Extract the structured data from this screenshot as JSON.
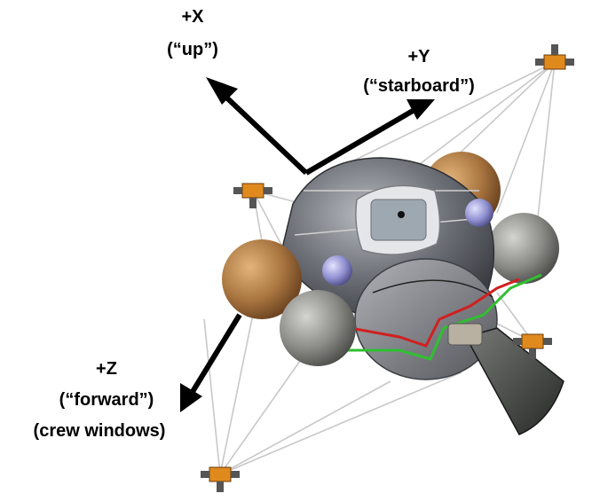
{
  "axes": {
    "x": {
      "name": "+X",
      "desc": "(“up”)"
    },
    "y": {
      "name": "+Y",
      "desc": "(“starboard”)"
    },
    "z": {
      "name": "+Z",
      "desc": "(“forward”)",
      "desc2": "(crew windows)"
    }
  },
  "colors": {
    "hull": "#5d5f66",
    "hull_light": "#9a9ca4",
    "tank_brown": "#a8743f",
    "tank_gray": "#8a8a86",
    "tank_purple": "#8f8fd0",
    "thruster_orange": "#e08a1e",
    "line_red": "#d02020",
    "line_green": "#30c030",
    "nozzle": "#3a3c3a"
  },
  "icons": {
    "thruster": "rcs-thruster-icon",
    "arrow": "arrow-head-icon"
  }
}
